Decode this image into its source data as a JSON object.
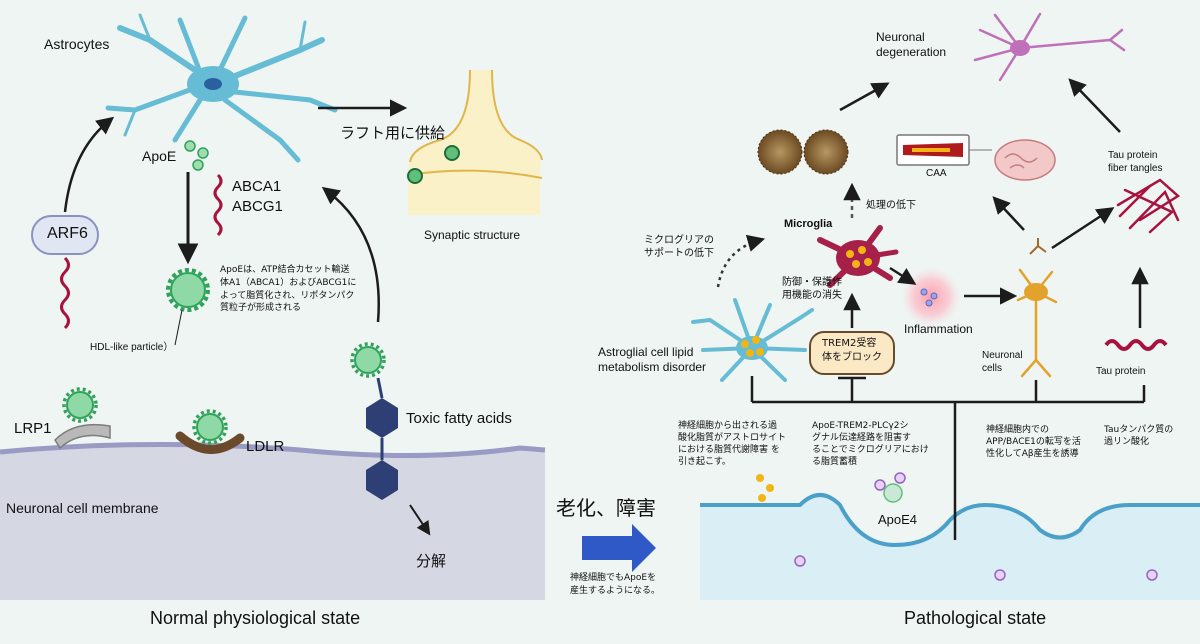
{
  "normal": {
    "astrocytes": "Astrocytes",
    "apoe": "ApoE",
    "abca1": "ABCA1",
    "abcg1": "ABCG1",
    "raft_supply": "ラフト用に供給",
    "synaptic_structure": "Synaptic structure",
    "arf6": "ARF6",
    "apoe_note": "ApoEは、ATP結合カセット輸送\n体A1（ABCA1）およびABCG1に\nよって脂質化され、リポタンパク\n質粒子が形成される",
    "hdl_like": "HDL-like particle）",
    "lrp1": "LRP1",
    "ldlr": "LDLR",
    "toxic_fatty_acids": "Toxic fatty acids",
    "membrane": "Neuronal cell membrane",
    "degradation": "分解",
    "caption": "Normal physiological state"
  },
  "transition": {
    "aging": "老化、障害",
    "note": "神経細胞でもApoEを\n産生するようになる。"
  },
  "pathological": {
    "neuronal_degeneration": "Neuronal\ndegeneration",
    "caa": "CAA",
    "tau_fiber": "Tau protein\nfiber tangles",
    "microglia": "Microglia",
    "processing_decline": "処理の低下",
    "microglia_support": "ミクログリアの\nサポートの低下",
    "loss_protection": "防御・保護作\n用機能の消失",
    "inflammation": "Inflammation",
    "trem2_block": "TREM2受容\n体をブロック",
    "astroglial_disorder": "Astroglial cell lipid\nmetabolism disorder",
    "neuronal_cells": "Neuronal\ncells",
    "tau_protein": "Tau protein",
    "note_lipid": "神経細胞から出される過\n酸化脂質がアストロサイト\nにおける脂質代謝障害 を\n引き起こす。",
    "note_trem2": "ApoE-TREM2-PLCγ2シ\nグナル伝達経路を阻害す\nることでミクログリアにおけ\nる脂質蓄積",
    "note_app": "神経細胞内での\nAPP/BACE1の転写を活\n性化してAβ産生を誘導",
    "note_tau": "Tauタンパク質の\n過リン酸化",
    "apoe4": "ApoE4",
    "caption": "Pathological state"
  },
  "colors": {
    "background": "#eef5f3",
    "astrocyte_blue": "#66bcd4",
    "apoe_green": "#2fa35a",
    "membrane_purple": "#9a9bc4",
    "pathological_fluid": "#d9eef5",
    "transition_arrow": "#2f59c7",
    "tau_red": "#a8123e",
    "neuron_orange": "#e2a22b"
  }
}
